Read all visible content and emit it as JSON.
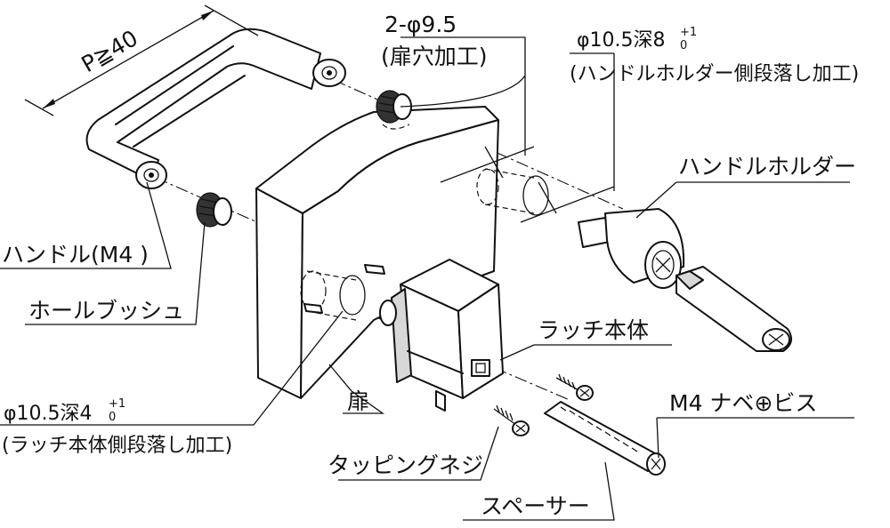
{
  "labels": {
    "pitch": "P≧40",
    "door_hole_main": "2-φ9.5",
    "door_hole_sub": "(扉穴加工)",
    "holder_recess_main": "φ10.5深8",
    "holder_recess_tol_upper": "+1",
    "holder_recess_tol_lower": "0",
    "holder_recess_sub": "(ハンドルホルダー側段落し加工)",
    "handle_holder": "ハンドルホルダー",
    "handle": "ハンドル(M4 )",
    "hole_bush": "ホールブッシュ",
    "latch_body": "ラッチ本体",
    "door": "扉",
    "screw": "M4 ナベ⊕ビス",
    "latch_recess_main": "φ10.5深4",
    "latch_recess_tol_upper": "+1",
    "latch_recess_tol_lower": "0",
    "latch_recess_sub": "(ラッチ本体側段落し加工)",
    "tapping_screw": "タッピングネジ",
    "spacer": "スペーサー"
  }
}
